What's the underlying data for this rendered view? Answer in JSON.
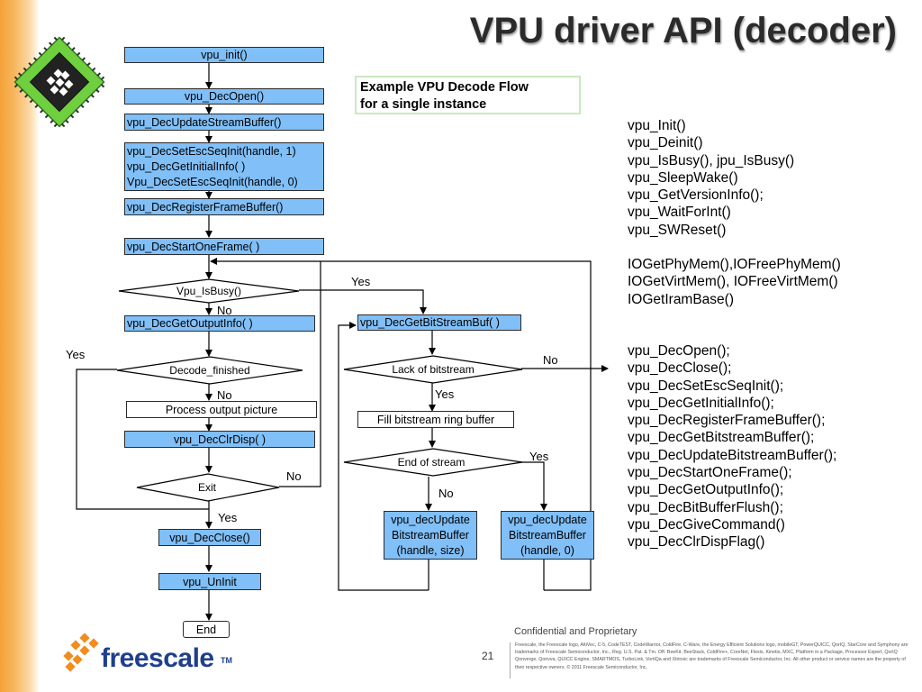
{
  "slide": {
    "title": "VPU driver API (decoder)",
    "note_line1": "Example VPU Decode Flow",
    "note_line2": "for a single instance",
    "confidential": "Confidential and Proprietary",
    "page_number": "21",
    "brand": "freescale",
    "brand_tm": "TM",
    "legal_text": "Freescale, the Freescale logo, AltiVec, C-5, CodeTEST, CodeWarrior, ColdFire, C-Ware, the Energy Efficient Solutions logo, mobileGT, PowerQUICC, QorIQ, StarCore and Symphony are trademarks of Freescale Semiconductor, Inc., Reg. U.S. Pat. & Tm. Off. BeeKit, BeeStack, ColdFire+, CoreNet, Flexis, Kinetis, MXC, Platform in a Package, Processor Expert, QorIQ Qonverge, Qorivva, QUICC Engine, SMARTMOS, TurboLink, VortiQa and Xtrinsic are trademarks of Freescale Semiconductor, Inc. All other product or service names are the property of their respective owners. © 2011 Freescale Semiconductor, Inc."
  },
  "flow": {
    "init": "vpu_init()",
    "open": "vpu_DecOpen()",
    "update_stream": "vpu_DecUpdateStreamBuffer()",
    "esc_line1": "vpu_DecSetEscSeqInit(handle, 1)",
    "esc_line2": "vpu_DecGetInitialInfo( )",
    "esc_line3": "Vpu_DecSetEscSeqInit(handle, 0)",
    "register": "vpu_DecRegisterFrameBuffer()",
    "start_frame": "vpu_DecStartOneFrame( )",
    "is_busy": "Vpu_IsBusy()",
    "get_output": "vpu_DecGetOutputInfo( )",
    "get_bitstream": "vpu_DecGetBitStreamBuf( )",
    "decode_finished": "Decode_finished",
    "lack_bitstream": "Lack of bitstream",
    "process_output": "Process output picture",
    "fill_ring": "Fill bitstream ring buffer",
    "clr_disp": "vpu_DecClrDisp( )",
    "end_of_stream": "End of stream",
    "exit": "Exit",
    "upd_size_line1": "vpu_decUpdate",
    "upd_size_line2": "BitstreamBuffer",
    "upd_size_line3": "(handle, size)",
    "upd_zero_line1": "vpu_decUpdate",
    "upd_zero_line2": "BitstreamBuffer",
    "upd_zero_line3": "(handle, 0)",
    "close": "vpu_DecClose()",
    "uninit": "vpu_UnInit",
    "end": "End",
    "yes": "Yes",
    "no": "No"
  },
  "api_general": [
    "vpu_Init()",
    "vpu_Deinit()",
    "vpu_IsBusy(), jpu_IsBusy()",
    "vpu_SleepWake()",
    "vpu_GetVersionInfo();",
    "vpu_WaitForInt()",
    "vpu_SWReset()"
  ],
  "api_memory": [
    "IOGetPhyMem(),IOFreePhyMem()",
    "IOGetVirtMem(), IOFreeVirtMem()",
    "IOGetIramBase()"
  ],
  "api_decoder": [
    "vpu_DecOpen();",
    "vpu_DecClose();",
    "vpu_DecSetEscSeqInit();",
    "vpu_DecGetInitialInfo();",
    "vpu_DecRegisterFrameBuffer();",
    "vpu_DecGetBitstreamBuffer();",
    "vpu_DecUpdateBitstreamBuffer();",
    "vpu_DecStartOneFrame();",
    "vpu_DecGetOutputInfo();",
    "vpu_DecBitBufferFlush();",
    "vpu_DecGiveCommand()",
    "vpu_DecClrDispFlag()"
  ],
  "colors": {
    "process_fill": "#80bff7",
    "accent_orange": "#f4a23a",
    "brand_blue": "#1f3f8c"
  }
}
